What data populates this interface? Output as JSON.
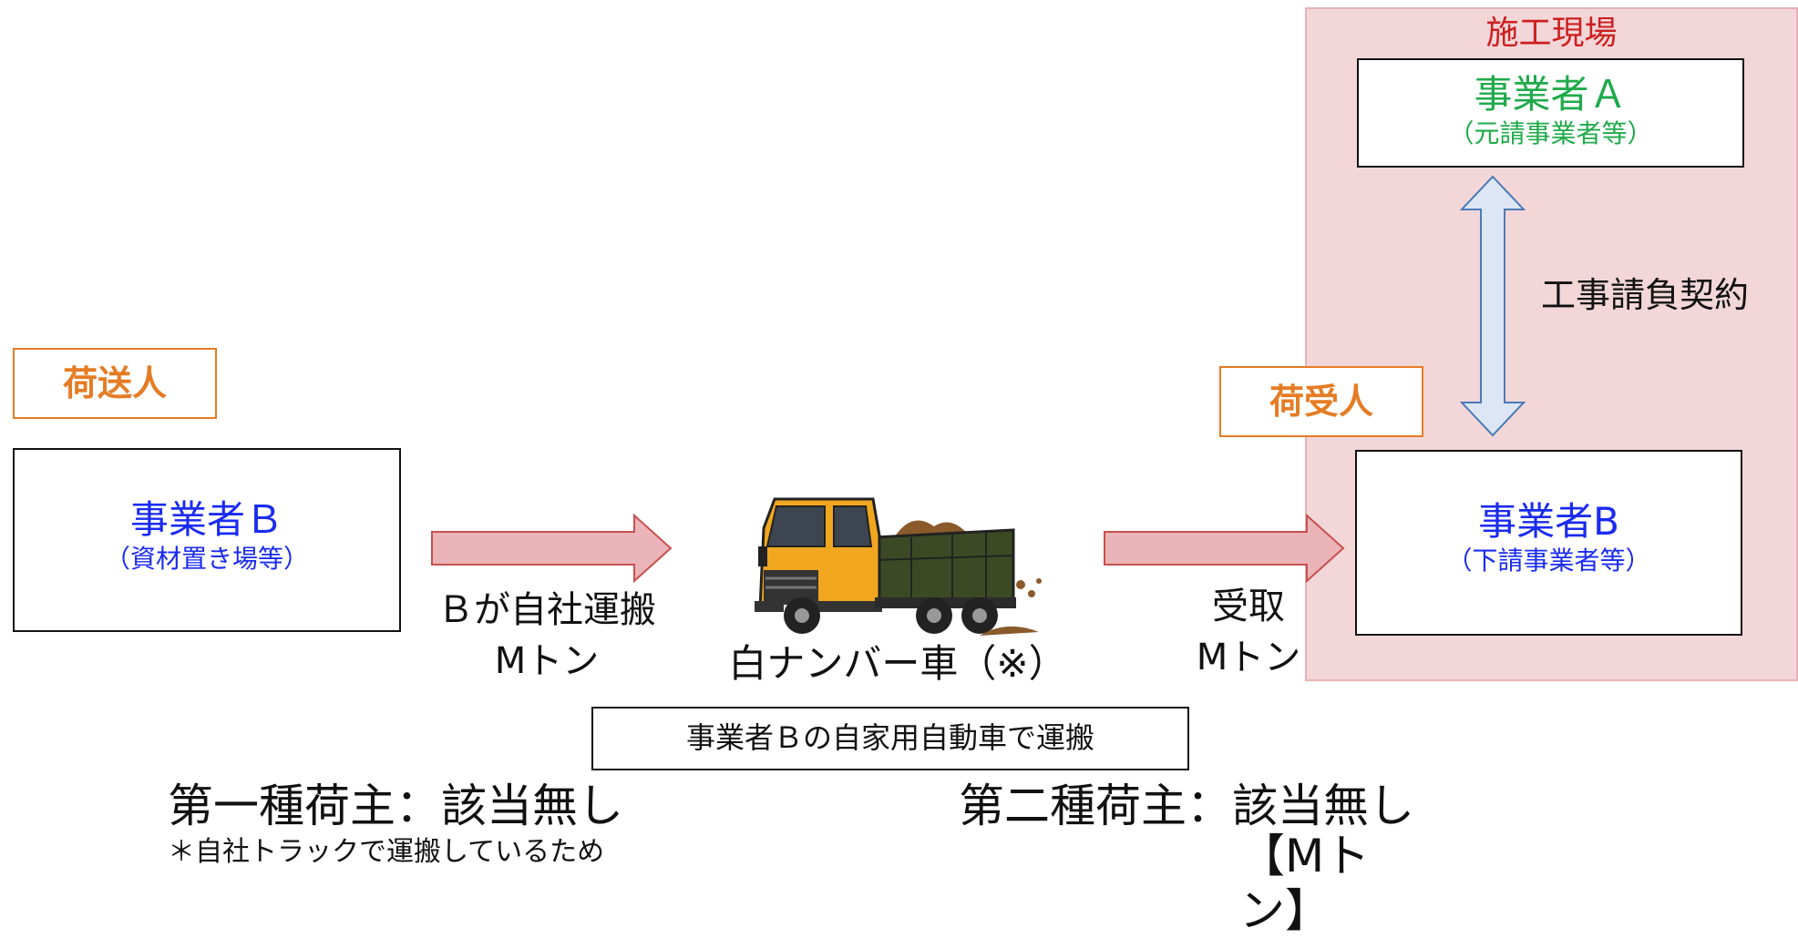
{
  "colors": {
    "site_area": "#f2d6d8",
    "site_title": "#cc1f1f",
    "operator_blue": "#1a2bf0",
    "operator_green": "#1faa4a",
    "role_orange": "#e57c24",
    "flow_arrow": "#eab4b8",
    "contract_arrow": "#dce6f4"
  },
  "site": {
    "title": "施工現場"
  },
  "operator_a": {
    "name": "事業者Ａ",
    "sub": "（元請事業者等）"
  },
  "contract": {
    "label": "工事請負契約"
  },
  "shipper": {
    "role": "荷送人",
    "name": "事業者Ｂ",
    "sub": "（資材置き場等）"
  },
  "consignee": {
    "role": "荷受人",
    "name": "事業者B",
    "sub": "（下請事業者等）"
  },
  "transport": {
    "line1": "Ｂが自社運搬",
    "line2": "Mトン",
    "truck_icon": "dump-truck-icon",
    "vehicle_label": "白ナンバー車（※）",
    "note": "事業者Ｂの自家用自動車で運搬"
  },
  "receipt": {
    "line1": "受取",
    "line2": "Mトン"
  },
  "first_shipper": {
    "title": "第一種荷主：該当無し",
    "reason": "＊自社トラックで運搬しているため"
  },
  "second_shipper": {
    "title": "第二種荷主：該当無し",
    "amount": "【Mトン】"
  }
}
